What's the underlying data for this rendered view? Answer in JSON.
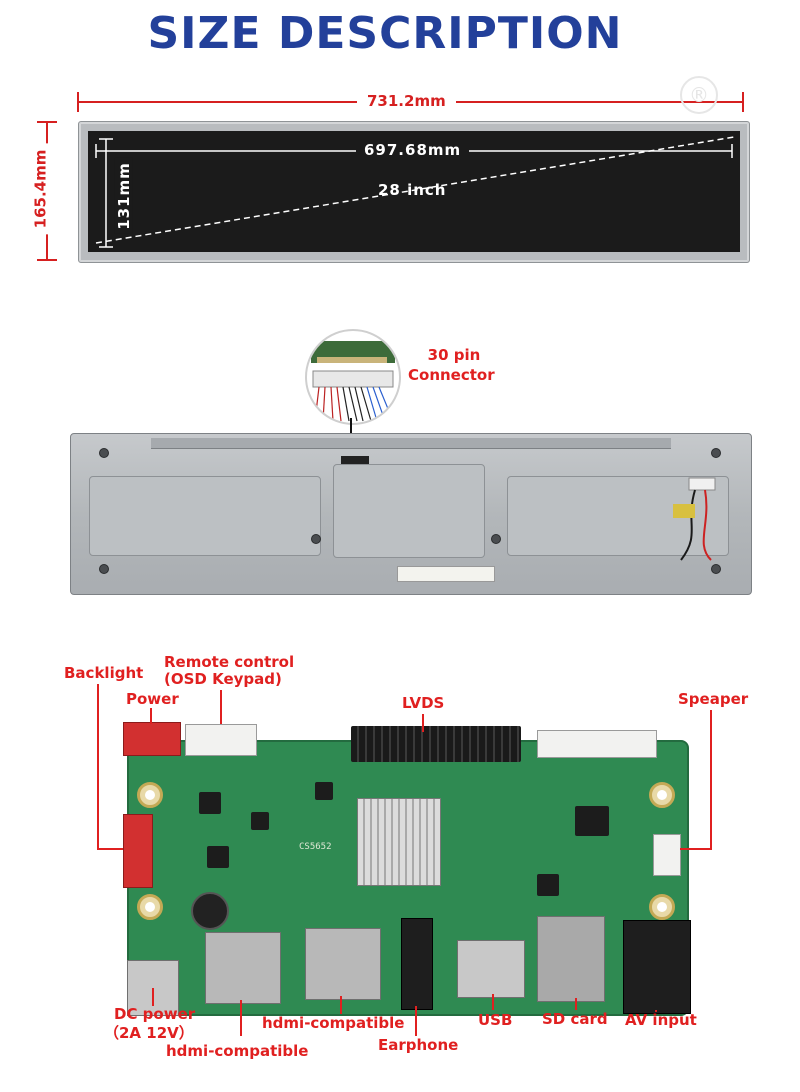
{
  "title": "SIZE DESCRIPTION",
  "dimensions": {
    "outer_width": "731.2mm",
    "outer_height": "165.4mm",
    "active_width": "697.68mm",
    "active_height": "131mm",
    "diagonal": "28 inch"
  },
  "connector": {
    "line1": "30 pin",
    "line2": "Connector"
  },
  "board_labels": {
    "backlight": "Backlight",
    "remote_line1": "Remote control",
    "remote_line2": "(OSD Keypad)",
    "power": "Power",
    "lvds": "LVDS",
    "speaker": "Speaper",
    "dc_line1": "DC power",
    "dc_line2": "（2A  12V）",
    "hdmi_1": "hdmi-compatible",
    "hdmi_2": "hdmi-compatible",
    "earphone": "Earphone",
    "usb": "USB",
    "sd_card": "SD card",
    "av_input": "AV input"
  },
  "colors": {
    "title": "#23409a",
    "label_red": "#e02020",
    "board_green": "#2f8a52"
  }
}
